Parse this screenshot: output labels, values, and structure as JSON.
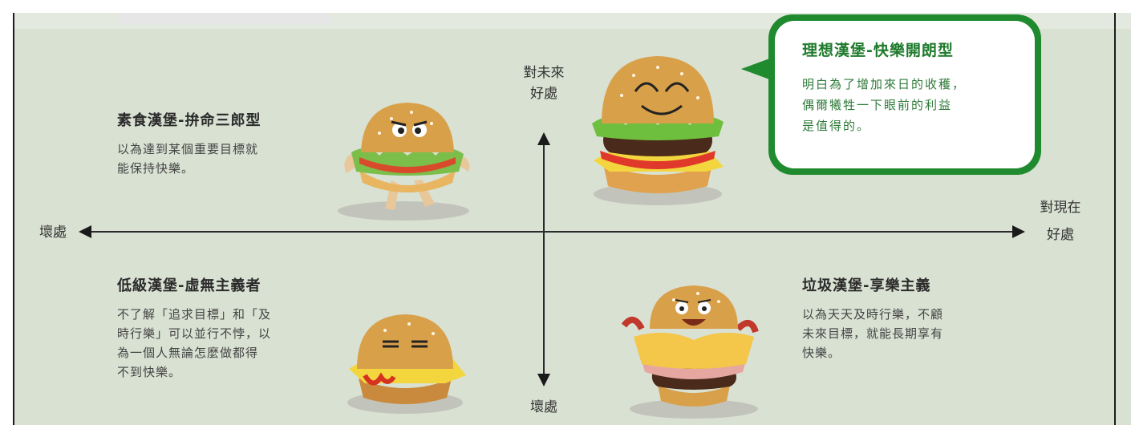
{
  "axes": {
    "top_label": [
      "對未來",
      "好處"
    ],
    "bottom_label": "壞處",
    "left_label": "壞處",
    "right_label": [
      "對現在",
      "好處"
    ]
  },
  "quadrants": {
    "top_left": {
      "title": "素食漢堡-拚命三郎型",
      "desc": [
        "以為達到某個重要目標就",
        "能保持快樂。"
      ]
    },
    "top_right": {
      "title": "理想漢堡-快樂開朗型",
      "desc": [
        "明白為了增加來日的收穫，",
        "偶爾犧牲一下眼前的利益",
        "是值得的。"
      ]
    },
    "bottom_left": {
      "title": "低級漢堡-虛無主義者",
      "desc": [
        "不了解「追求目標」和「及",
        "時行樂」可以並行不悖，以",
        "為一個人無論怎麼做都得",
        "不到快樂。"
      ]
    },
    "bottom_right": {
      "title": "垃圾漢堡-享樂主義",
      "desc": [
        "以為天天及時行樂，不顧",
        "未來目標，就能長期享有",
        "快樂。"
      ]
    }
  },
  "colors": {
    "background": "#d9e1d3",
    "accent_green": "#1f8a2e",
    "bun": "#d9a04a"
  },
  "icons": [
    "running-burger-icon",
    "happy-burger-icon",
    "sleepy-burger-icon",
    "junk-burger-icon"
  ]
}
